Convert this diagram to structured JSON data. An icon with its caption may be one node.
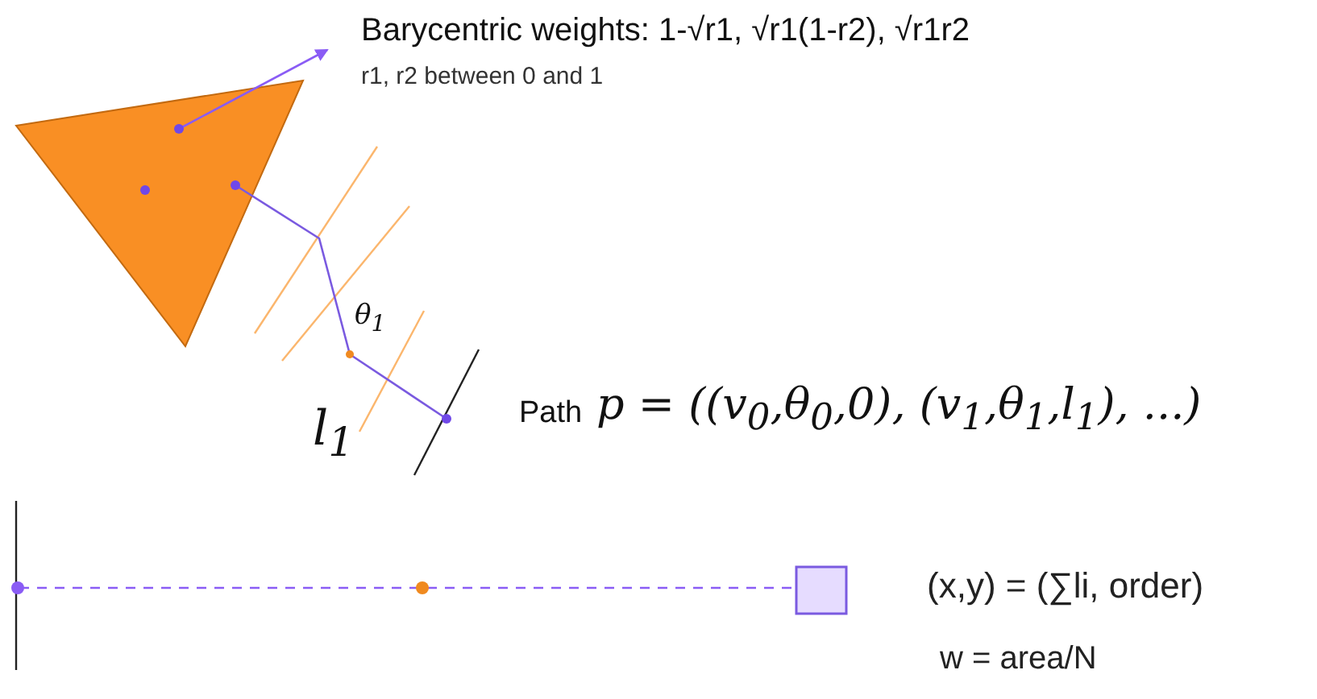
{
  "diagram": {
    "labels": [
      "Barycentric weights: 1-√r1, √r1(1-r2), √r1r2",
      "r1, r2 between 0 and 1",
      "θ$_{1}$",
      "l$_{1}$",
      "Path",
      "p = ((v$_{0}$,θ$_{0}$,0), (v$_{1}$,θ$_{1}$,l$_{1}$), ...)",
      "(x,y) = (∑li, order)",
      "w = area/N"
    ]
  }
}
